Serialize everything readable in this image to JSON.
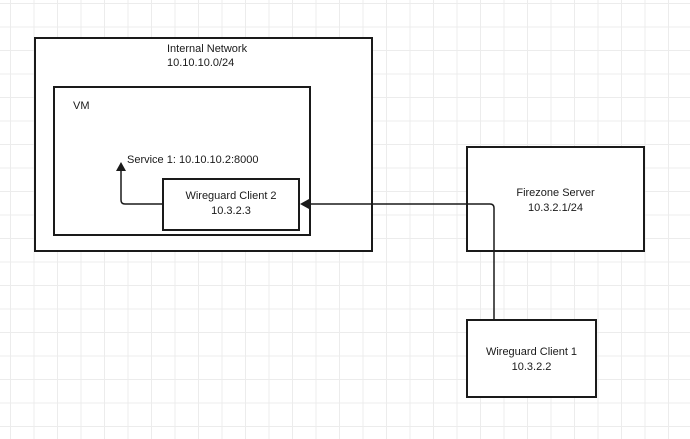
{
  "internal_network": {
    "title": "Internal Network",
    "subnet": "10.10.10.0/24"
  },
  "vm": {
    "title": "VM",
    "service_label": "Service 1: 10.10.10.2:8000"
  },
  "wireguard_client_2": {
    "title": "Wireguard Client 2",
    "ip": "10.3.2.3"
  },
  "firezone_server": {
    "title": "Firezone Server",
    "ip": "10.3.2.1/24"
  },
  "wireguard_client_1": {
    "title": "Wireguard Client 1",
    "ip": "10.3.2.2"
  },
  "colors": {
    "stroke": "#1a1a1a",
    "grid": "#ececec",
    "background": "#ffffff"
  }
}
